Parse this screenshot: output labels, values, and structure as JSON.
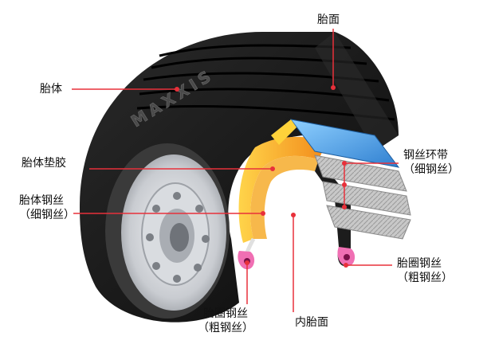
{
  "labels": {
    "tread": "胎面",
    "carcass": "胎体",
    "cushion": "胎体垫胶",
    "ply": "胎体钢丝",
    "ply_note": "（细钢丝）",
    "belt": "钢丝环带",
    "belt_note": "（细钢丝）",
    "bead_right": "胎圈钢丝",
    "bead_right_note": "（粗钢丝）",
    "bead_left": "胎圈钢丝",
    "bead_left_note": "（粗钢丝）",
    "inner_liner": "内胎面"
  },
  "brand": "MAXXIS",
  "colors": {
    "leader_line": "#e8303a",
    "tire_rubber": "#1a1a1a",
    "belt_blue": "#5aa9e6",
    "cushion_orange": "#f29a1f",
    "bead_pink": "#f06fb3",
    "rim_silver": "#c9ccd1"
  }
}
